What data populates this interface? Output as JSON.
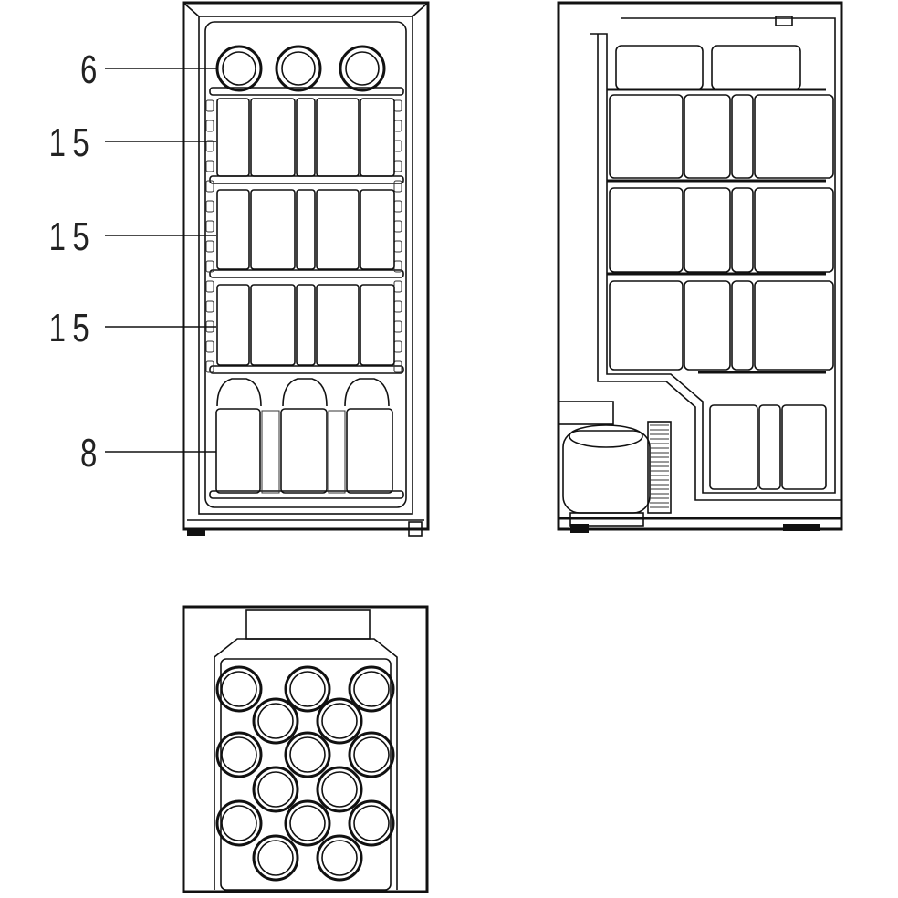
{
  "callouts": [
    {
      "label": "6"
    },
    {
      "label": "15"
    },
    {
      "label": "15"
    },
    {
      "label": "15"
    },
    {
      "label": "8"
    }
  ]
}
